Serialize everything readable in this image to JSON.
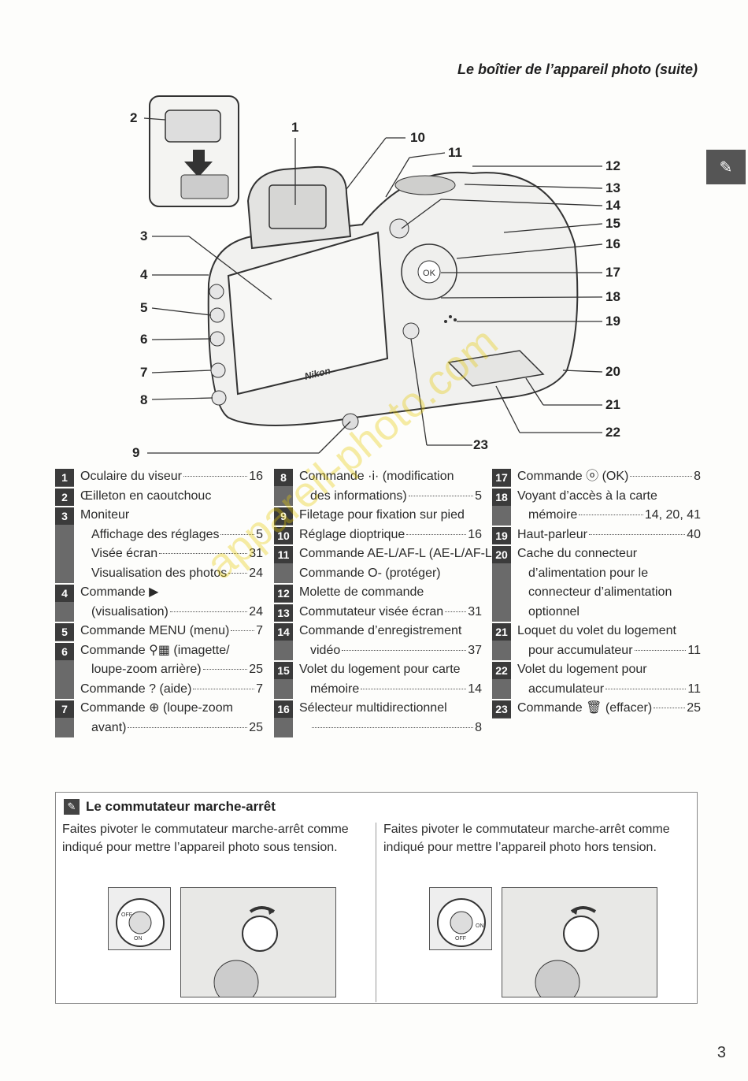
{
  "header": {
    "title": "Le boîtier de l’appareil photo (suite)"
  },
  "side_tab": {
    "icon": "camera-setup-icon"
  },
  "diagram": {
    "callouts": [
      "1",
      "2",
      "3",
      "4",
      "5",
      "6",
      "7",
      "8",
      "9",
      "10",
      "11",
      "12",
      "13",
      "14",
      "15",
      "16",
      "17",
      "18",
      "19",
      "20",
      "21",
      "22",
      "23"
    ],
    "brand": "Nikon",
    "ok_label": "OK"
  },
  "legend": {
    "col1": [
      {
        "num": "1",
        "lines": [
          {
            "text": "Oculaire du viseur",
            "page": "16"
          }
        ]
      },
      {
        "num": "2",
        "lines": [
          {
            "text": "Œilleton en caoutchouc",
            "page": ""
          }
        ]
      },
      {
        "num": "3",
        "lines": [
          {
            "text": "Moniteur",
            "page": ""
          },
          {
            "text": "Affichage des réglages",
            "page": "5",
            "indent": true
          },
          {
            "text": "Visée écran",
            "page": "31",
            "indent": true
          },
          {
            "text": "Visualisation des photos",
            "page": "24",
            "indent": true
          }
        ]
      },
      {
        "num": "4",
        "lines": [
          {
            "text": "Commande ▶",
            "page": ""
          },
          {
            "text": "(visualisation)",
            "page": "24",
            "indent": true
          }
        ]
      },
      {
        "num": "5",
        "lines": [
          {
            "text": "Commande MENU (menu)",
            "page": "7"
          }
        ]
      },
      {
        "num": "6",
        "lines": [
          {
            "text": "Commande ⚲▦ (imagette/",
            "page": ""
          },
          {
            "text": "loupe-zoom arrière)",
            "page": "25",
            "indent": true
          },
          {
            "text": "Commande ? (aide)",
            "page": "7"
          }
        ]
      },
      {
        "num": "7",
        "lines": [
          {
            "text": "Commande ⊕ (loupe-zoom",
            "page": ""
          },
          {
            "text": "avant)",
            "page": "25",
            "indent": true
          }
        ]
      }
    ],
    "col2": [
      {
        "num": "8",
        "lines": [
          {
            "text": "Commande ·i· (modification",
            "page": ""
          },
          {
            "text": "des informations)",
            "page": "5",
            "indent": true
          }
        ]
      },
      {
        "num": "9",
        "lines": [
          {
            "text": "Filetage pour fixation sur pied",
            "page": ""
          }
        ]
      },
      {
        "num": "10",
        "lines": [
          {
            "text": "Réglage dioptrique",
            "page": "16"
          }
        ]
      },
      {
        "num": "11",
        "lines": [
          {
            "text": "Commande AE-L/AF-L (AE-L/AF-L)",
            "page": ""
          },
          {
            "text": "Commande O‑ (protéger)",
            "page": ""
          }
        ]
      },
      {
        "num": "12",
        "lines": [
          {
            "text": "Molette de commande",
            "page": ""
          }
        ]
      },
      {
        "num": "13",
        "lines": [
          {
            "text": "Commutateur visée écran",
            "page": "31"
          }
        ]
      },
      {
        "num": "14",
        "lines": [
          {
            "text": "Commande d’enregistrement",
            "page": ""
          },
          {
            "text": "vidéo",
            "page": "37",
            "indent": true
          }
        ]
      },
      {
        "num": "15",
        "lines": [
          {
            "text": "Volet du logement pour carte",
            "page": ""
          },
          {
            "text": "mémoire",
            "page": "14",
            "indent": true
          }
        ]
      },
      {
        "num": "16",
        "lines": [
          {
            "text": "Sélecteur multidirectionnel",
            "page": ""
          },
          {
            "text": "",
            "page": "8",
            "indent": true
          }
        ]
      }
    ],
    "col3": [
      {
        "num": "17",
        "lines": [
          {
            "text": "Commande ⓞ (OK)",
            "page": "8"
          }
        ]
      },
      {
        "num": "18",
        "lines": [
          {
            "text": "Voyant d’accès à la carte",
            "page": ""
          },
          {
            "text": "mémoire",
            "page": "14, 20, 41",
            "indent": true
          }
        ]
      },
      {
        "num": "19",
        "lines": [
          {
            "text": "Haut-parleur",
            "page": "40"
          }
        ]
      },
      {
        "num": "20",
        "lines": [
          {
            "text": "Cache du connecteur",
            "page": ""
          },
          {
            "text": "d’alimentation pour le",
            "page": "",
            "indent": true
          },
          {
            "text": "connecteur d’alimentation",
            "page": "",
            "indent": true
          },
          {
            "text": "optionnel",
            "page": "",
            "indent": true
          }
        ]
      },
      {
        "num": "21",
        "lines": [
          {
            "text": "Loquet du volet du logement",
            "page": ""
          },
          {
            "text": "pour accumulateur",
            "page": "11",
            "indent": true
          }
        ]
      },
      {
        "num": "22",
        "lines": [
          {
            "text": "Volet du logement pour",
            "page": ""
          },
          {
            "text": "accumulateur",
            "page": "11",
            "indent": true
          }
        ]
      },
      {
        "num": "23",
        "lines": [
          {
            "text": "Commande 🗑 (effacer)",
            "page": "25"
          }
        ]
      }
    ]
  },
  "note": {
    "icon": "pencil-icon",
    "title": "Le commutateur marche-arrêt",
    "left_text": "Faites pivoter le commutateur marche-arrêt comme indiqué pour mettre l’appareil photo sous tension.",
    "right_text": "Faites pivoter le commutateur marche-arrêt comme indiqué pour mettre l’appareil photo hors tension.",
    "left_switch_labels": [
      "OFF",
      "ON"
    ],
    "right_switch_labels": [
      "OFF",
      "ON"
    ]
  },
  "watermark": "appareil-photo.com",
  "page_number": "3"
}
